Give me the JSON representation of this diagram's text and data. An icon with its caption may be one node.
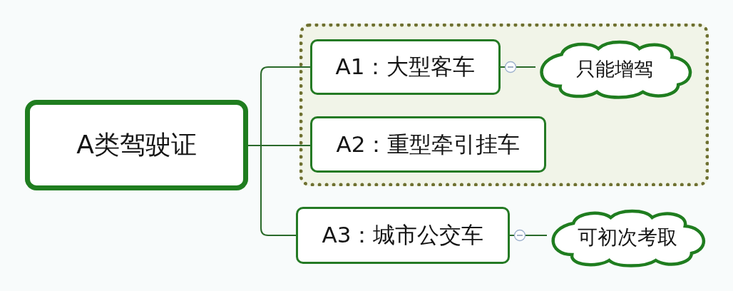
{
  "diagram": {
    "nodes": [
      {
        "text": [
          "A类驾驶证"
        ]
      },
      {
        "text": [],
        "shape": "box"
      },
      {
        "text": [
          "A1：大型客车"
        ],
        "in": 1
      },
      {
        "text": [
          "只能增驾"
        ],
        "in": 1
      },
      {
        "text": [
          "A2：重型牵引挂车"
        ],
        "in": 1
      },
      {
        "text": [
          "A3：城市公交车"
        ]
      },
      {
        "text": [
          "可初次考取"
        ]
      }
    ],
    "edges": [
      {
        "from": 0,
        "to": 2,
        "arrow": "none"
      },
      {
        "from": 0,
        "to": 4,
        "arrow": "none"
      },
      {
        "from": 0,
        "to": 5,
        "arrow": "none"
      },
      {
        "from": 2,
        "to": 3,
        "arrow": "none"
      },
      {
        "from": 5,
        "to": 6,
        "arrow": "none"
      }
    ]
  }
}
